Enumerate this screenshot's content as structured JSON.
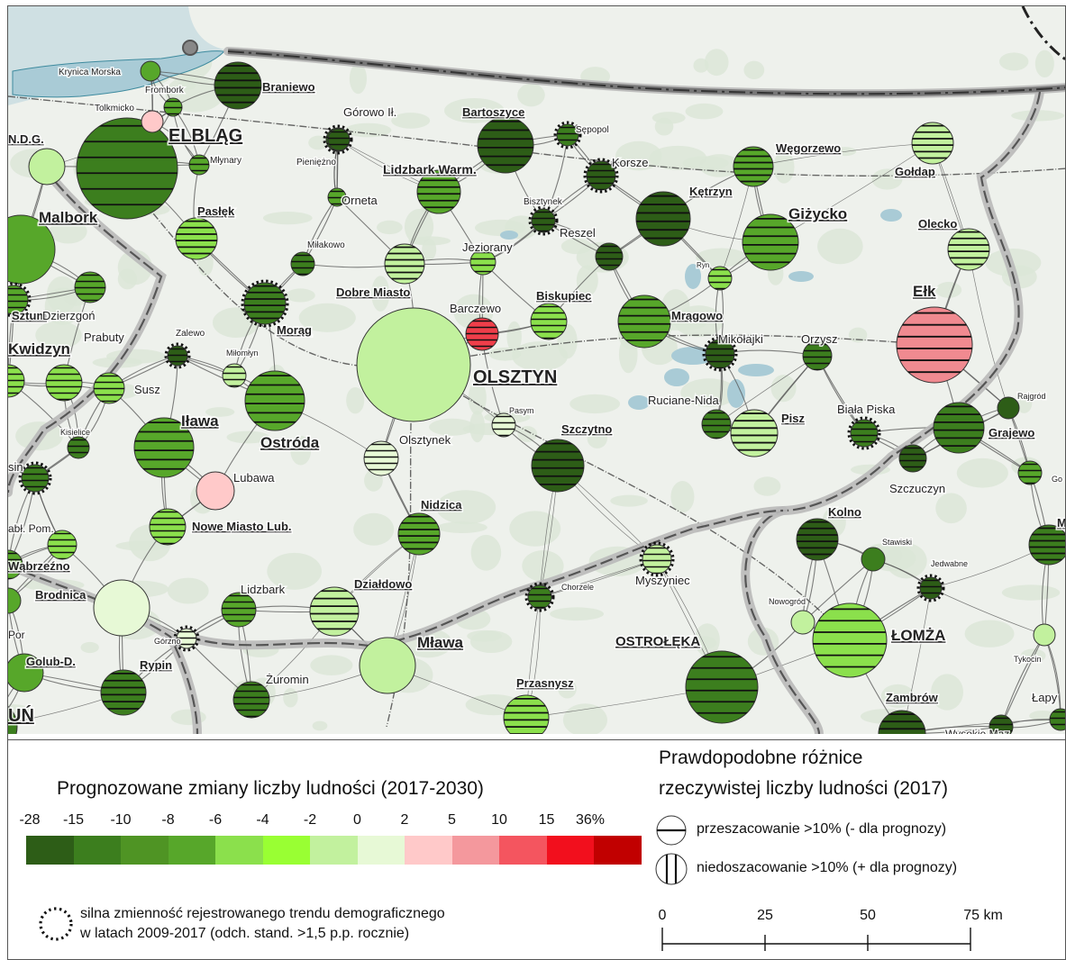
{
  "colors": {
    "sea": "#cfe0e3",
    "land": "#eef1ec",
    "water": "#a9cbd6",
    "border_outline": "#b9b9b9",
    "border_dash": "#555555",
    "forest": "#dbe6d7"
  },
  "cities": [
    {
      "name": "Braniewo",
      "label": "Braniewo",
      "major": true,
      "color": "#2d5d17",
      "hatch": "h"
    },
    {
      "name": "Elblag",
      "label": "ELBLĄG",
      "major": true,
      "capital": true,
      "color": "#3c7e1e",
      "hatch": "h"
    },
    {
      "name": "Gorowo",
      "label": "Górowo Ił.",
      "major": false,
      "color": "#2d5d17",
      "hatch": "h"
    },
    {
      "name": "Bartoszyce",
      "label": "Bartoszyce",
      "major": true,
      "color": "#2d5d17",
      "hatch": "h"
    },
    {
      "name": "Sepopol",
      "label": "Sępopol",
      "major": false,
      "color": "#3c7e1e",
      "hatch": "h",
      "dotted": true
    },
    {
      "name": "Wegorzewo",
      "label": "Węgorzewo",
      "major": true,
      "color": "#57a72a",
      "hatch": "h"
    },
    {
      "name": "Goldap",
      "label": "Gołdap",
      "major": true,
      "color": "#c2f19e",
      "hatch": "h"
    },
    {
      "name": "Krynica",
      "label": "Krynica Morska",
      "major": false,
      "color": "#57a72a",
      "hatch": "none"
    },
    {
      "name": "Frombork",
      "label": "Frombork",
      "major": false,
      "color": "#57a72a",
      "hatch": "h"
    },
    {
      "name": "Tolkmicko",
      "label": "Tolkmicko",
      "major": false,
      "color": "#ffc9c9",
      "hatch": "none"
    },
    {
      "name": "NDG",
      "label": "N.D.G.",
      "major": true,
      "color": "#c2f19e",
      "hatch": "none"
    },
    {
      "name": "Mlynary",
      "label": "Młynary",
      "major": false,
      "color": "#57a72a",
      "hatch": "h"
    },
    {
      "name": "Pieniezno",
      "label": "Pieniężno",
      "major": false,
      "color": "#2d5d17",
      "hatch": "h",
      "dotted": true
    },
    {
      "name": "Lidzbark",
      "label": "Lidzbark Warm.",
      "major": true,
      "color": "#57a72a",
      "hatch": "h"
    },
    {
      "name": "Korsze",
      "label": "Korsze",
      "major": false,
      "color": "#2d5d17",
      "hatch": "h",
      "dotted": true
    },
    {
      "name": "Ketrzyn",
      "label": "Kętrzyn",
      "major": true,
      "color": "#2d5d17",
      "hatch": "h"
    },
    {
      "name": "Gizycko",
      "label": "Giżycko",
      "major": true,
      "color": "#57a72a",
      "hatch": "h"
    },
    {
      "name": "Olecko",
      "label": "Olecko",
      "major": true,
      "color": "#c2f19e",
      "hatch": "h"
    },
    {
      "name": "Malbork",
      "label": "Malbork",
      "major": true,
      "color": "#57a72a",
      "hatch": "none"
    },
    {
      "name": "Paslek",
      "label": "Pasłęk",
      "major": true,
      "color": "#8be04c",
      "hatch": "h"
    },
    {
      "name": "Orneta",
      "label": "Orneta",
      "major": false,
      "color": "#57a72a",
      "hatch": "h"
    },
    {
      "name": "Bisztynek",
      "label": "Bisztynek",
      "major": false,
      "color": "#2d5d17",
      "hatch": "h",
      "dotted": true
    },
    {
      "name": "Reszel",
      "label": "Reszel",
      "major": false,
      "color": "#2d5d17",
      "hatch": "h"
    },
    {
      "name": "Jeziorany",
      "label": "Jeziorany",
      "major": false,
      "color": "#8be04c",
      "hatch": "h"
    },
    {
      "name": "Ryn",
      "label": "Ryn",
      "major": false,
      "color": "#8be04c",
      "hatch": "h"
    },
    {
      "name": "Milakowo",
      "label": "Miłakowo",
      "major": false,
      "color": "#3c7e1e",
      "hatch": "h"
    },
    {
      "name": "DobreMiasto",
      "label": "Dobre Miasto",
      "major": true,
      "color": "#c2f19e",
      "hatch": "h"
    },
    {
      "name": "Biskupiec",
      "label": "Biskupiec",
      "major": true,
      "color": "#8be04c",
      "hatch": "h"
    },
    {
      "name": "Barczewo",
      "label": "Barczewo",
      "major": false,
      "color": "#ef3e4a",
      "hatch": "h"
    },
    {
      "name": "Mragowo",
      "label": "Mrągowo",
      "major": true,
      "color": "#57a72a",
      "hatch": "h"
    },
    {
      "name": "Elk",
      "label": "Ełk",
      "major": true,
      "color": "#f08a90",
      "hatch": "h"
    },
    {
      "name": "Sztum",
      "label": "Sztum",
      "major": true,
      "color": "#57a72a",
      "hatch": "h",
      "dotted": true
    },
    {
      "name": "Dzierzgon",
      "label": "Dzierzgoń",
      "major": false,
      "color": "#57a72a",
      "hatch": "h"
    },
    {
      "name": "Morag",
      "label": "Morąg",
      "major": true,
      "color": "#3c7e1e",
      "hatch": "h",
      "dotted": true
    },
    {
      "name": "Zalewo",
      "label": "Zalewo",
      "major": false,
      "color": "#2d5d17",
      "hatch": "h",
      "dotted": true
    },
    {
      "name": "Milomlyn",
      "label": "Miłomłyn",
      "major": false,
      "color": "#c2f19e",
      "hatch": "h"
    },
    {
      "name": "Olsztyn",
      "label": "OLSZTYN",
      "major": true,
      "capital": true,
      "color": "#c2f19e",
      "hatch": "none"
    },
    {
      "name": "Mikolajki",
      "label": "Mikołajki",
      "major": false,
      "color": "#2d5d17",
      "hatch": "h",
      "dotted": true
    },
    {
      "name": "Orzysz",
      "label": "Orzysz",
      "major": false,
      "color": "#3c7e1e",
      "hatch": "h"
    },
    {
      "name": "Kwidzyn",
      "label": "Kwidzyn",
      "major": true,
      "color": "#8be04c",
      "hatch": "h"
    },
    {
      "name": "Prabuty",
      "label": "Prabuty",
      "major": false,
      "color": "#8be04c",
      "hatch": "h"
    },
    {
      "name": "Susz",
      "label": "Susz",
      "major": false,
      "color": "#8be04c",
      "hatch": "h"
    },
    {
      "name": "Ilawa",
      "label": "Iława",
      "major": true,
      "color": "#57a72a",
      "hatch": "h"
    },
    {
      "name": "Ostroda",
      "label": "Ostróda",
      "major": true,
      "color": "#57a72a",
      "hatch": "h"
    },
    {
      "name": "Pasym",
      "label": "Pasym",
      "major": false,
      "color": "#e7f9d6",
      "hatch": "h"
    },
    {
      "name": "Szczytno",
      "label": "Szczytno",
      "major": true,
      "color": "#2d5d17",
      "hatch": "h"
    },
    {
      "name": "RucianeNida",
      "label": "Ruciane-Nida",
      "major": false,
      "color": "#3c7e1e",
      "hatch": "h"
    },
    {
      "name": "Pisz",
      "label": "Pisz",
      "major": true,
      "color": "#c2f19e",
      "hatch": "h"
    },
    {
      "name": "BialaPiska",
      "label": "Biała Piska",
      "major": false,
      "color": "#3c7e1e",
      "hatch": "h",
      "dotted": true
    },
    {
      "name": "Rajgrod",
      "label": "Rajgród",
      "major": false,
      "color": "#2d5d17",
      "hatch": "none"
    },
    {
      "name": "Grajewo",
      "label": "Grajewo",
      "major": true,
      "color": "#3c7e1e",
      "hatch": "h"
    },
    {
      "name": "Kisielice",
      "label": "Kisielice",
      "major": false,
      "color": "#3c7e1e",
      "hatch": "h"
    },
    {
      "name": "Olsztynek",
      "label": "Olsztynek",
      "major": false,
      "color": "#e7f9d6",
      "hatch": "h"
    },
    {
      "name": "Szczuczyn",
      "label": "Szczuczyn",
      "major": false,
      "color": "#2d5d17",
      "hatch": "h"
    },
    {
      "name": "Goniadz",
      "label": "Go",
      "major": false,
      "color": "#57a72a",
      "hatch": "h"
    },
    {
      "name": "Lubawa",
      "label": "Lubawa",
      "major": false,
      "color": "#ffc9c9",
      "hatch": "none"
    },
    {
      "name": "Sin",
      "label": "sin",
      "major": false,
      "color": "#3c7e1e",
      "hatch": "h",
      "dotted": true
    },
    {
      "name": "Kolno",
      "label": "Kolno",
      "major": true,
      "color": "#2d5d17",
      "hatch": "h"
    },
    {
      "name": "Monki",
      "label": "M",
      "major": true,
      "color": "#3c7e1e",
      "hatch": "h"
    },
    {
      "name": "Stawiski",
      "label": "Stawiski",
      "major": false,
      "color": "#3c7e1e",
      "hatch": "none"
    },
    {
      "name": "Jedwabne",
      "label": "Jedwabne",
      "major": false,
      "color": "#2d5d17",
      "hatch": "h",
      "dotted": true
    },
    {
      "name": "NoweMiasto",
      "label": "Nowe Miasto Lub.",
      "major": true,
      "color": "#8be04c",
      "hatch": "h"
    },
    {
      "name": "Jablonowo",
      "label": "abł. Pom.",
      "major": false,
      "color": "#8be04c",
      "hatch": "h"
    },
    {
      "name": "Wabrzezno",
      "label": "Wąbrzeźno",
      "major": true,
      "color": "#57a72a",
      "hatch": "h"
    },
    {
      "name": "Brodnica",
      "label": "Brodnica",
      "major": true,
      "color": "#e7f9d6",
      "hatch": "none"
    },
    {
      "name": "Nidzica",
      "label": "Nidzica",
      "major": true,
      "color": "#57a72a",
      "hatch": "h"
    },
    {
      "name": "Chorzele",
      "label": "Chorzele",
      "major": false,
      "color": "#3c7e1e",
      "hatch": "h",
      "dotted": true
    },
    {
      "name": "Myszyniec",
      "label": "Myszyniec",
      "major": false,
      "color": "#c2f19e",
      "hatch": "h",
      "dotted": true
    },
    {
      "name": "Nowogrod",
      "label": "Nowogród",
      "major": false,
      "color": "#c2f19e",
      "hatch": "none"
    },
    {
      "name": "Lidzbark2",
      "label": "Lidzbark",
      "major": false,
      "color": "#57a72a",
      "hatch": "h"
    },
    {
      "name": "Dzialdowo",
      "label": "Działdowo",
      "major": true,
      "color": "#c2f19e",
      "hatch": "h"
    },
    {
      "name": "Gorzno",
      "label": "Górzno",
      "major": false,
      "color": "#e7f9d6",
      "hatch": "h",
      "dotted": true
    },
    {
      "name": "Mlawa",
      "label": "Mława",
      "major": true,
      "color": "#c2f19e",
      "hatch": "none"
    },
    {
      "name": "Ostroleka",
      "label": "OSTROŁĘKA",
      "major": true,
      "color": "#3c7e1e",
      "hatch": "h"
    },
    {
      "name": "Lomza",
      "label": "ŁOMŻA",
      "major": true,
      "color": "#8be04c",
      "hatch": "h"
    },
    {
      "name": "Tykocin",
      "label": "Tykocin",
      "major": false,
      "color": "#c2f19e",
      "hatch": "none"
    },
    {
      "name": "GolubD",
      "label": "Golub-D.",
      "major": true,
      "color": "#57a72a",
      "hatch": "none"
    },
    {
      "name": "Rypin",
      "label": "Rypin",
      "major": true,
      "color": "#3c7e1e",
      "hatch": "h"
    },
    {
      "name": "Zuromin",
      "label": "Żuromin",
      "major": false,
      "color": "#3c7e1e",
      "hatch": "h"
    },
    {
      "name": "Przasnysz",
      "label": "Przasnysz",
      "major": true,
      "color": "#8be04c",
      "hatch": "h"
    },
    {
      "name": "Zambrow",
      "label": "Zambrów",
      "major": true,
      "color": "#2d5d17",
      "hatch": "h"
    },
    {
      "name": "Lapy",
      "label": "Łapy",
      "major": false,
      "color": "#3c7e1e",
      "hatch": "h"
    },
    {
      "name": "WysokieMaz",
      "label": "Wysokie Maz.",
      "major": false,
      "color": "#2d5d17",
      "hatch": "h"
    },
    {
      "name": "Torun",
      "label": "UŃ",
      "major": true,
      "color": "#3c7e1e",
      "hatch": "none"
    },
    {
      "name": "Por",
      "label": "Por",
      "major": false,
      "color": "#57a72a",
      "hatch": "none"
    }
  ],
  "legend": {
    "title": "Prognozowane zmiany liczby ludności (2017-2030)",
    "scale_labels": [
      "-28",
      "-15",
      "-10",
      "-8",
      "-6",
      "-4",
      "-2",
      "0",
      "2",
      "5",
      "10",
      "15",
      "36%"
    ],
    "scale_colors": [
      "#2d5d17",
      "#3c7e1e",
      "#4f9424",
      "#57a72a",
      "#8be04c",
      "#99ff33",
      "#c2f19e",
      "#e7f9d6",
      "#ffc9c9",
      "#f4989d",
      "#f4555f",
      "#f20f1d",
      "#c10000"
    ],
    "dotted_text_1": "silna zmienność rejestrowanego trendu demograficznego",
    "dotted_text_2": "w latach 2009-2017 (odch. stand. >1,5 p.p. rocznie)",
    "diff_title_1": "Prawdopodobne różnice",
    "diff_title_2": "rzeczywistej liczby ludności (2017)",
    "over_text": "przeszacowanie >10% (- dla prognozy)",
    "under_text": "niedoszacowanie >10% (+ dla prognozy)",
    "scale_bar_labels": [
      "0",
      "25",
      "50",
      "75 km"
    ]
  }
}
